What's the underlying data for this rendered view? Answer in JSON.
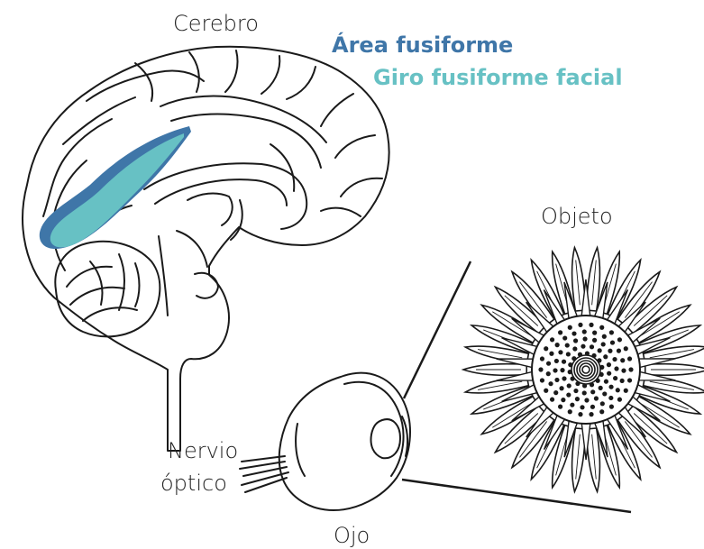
{
  "labels": {
    "brain": "Cerebro",
    "fusiform_area": "Área fusiforme",
    "fusiform_face_gyrus": "Giro fusiforme facial",
    "object": "Objeto",
    "optic_nerve_line1": "Nervio",
    "optic_nerve_line2": "óptico",
    "eye": "Ojo"
  },
  "colors": {
    "fusiform_area": "#3f76a8",
    "fusiform_face_gyrus": "#67c1c4",
    "line": "#1a1a1a",
    "text": "#222222"
  },
  "icons": [
    "brain-illustration",
    "eye-illustration",
    "sunflower-illustration"
  ]
}
